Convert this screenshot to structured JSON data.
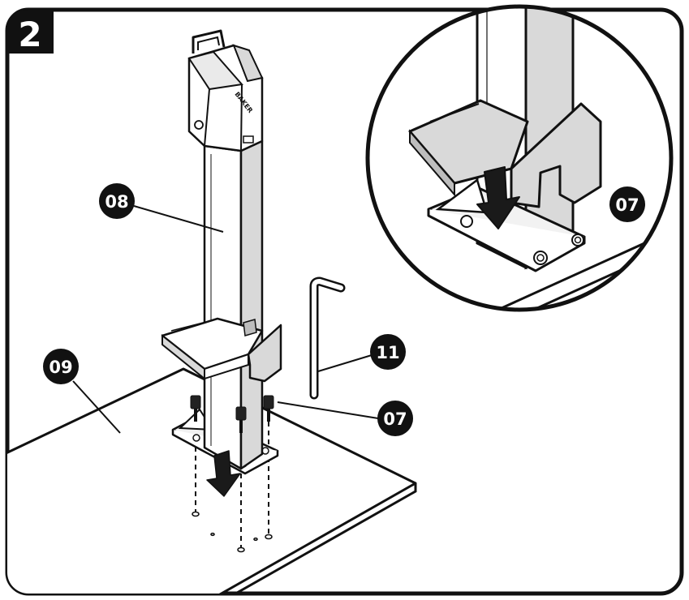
{
  "step_number": "2",
  "callouts": {
    "post": "08",
    "floor_plate": "09",
    "hex_key": "11",
    "bolts": "07",
    "bolts_detail": "07"
  },
  "brand_mark": "BAKER",
  "colors": {
    "ink": "#111111",
    "surface": "#ffffff",
    "shade": "#d9d9d9",
    "shade_dark": "#bdbdbd"
  }
}
